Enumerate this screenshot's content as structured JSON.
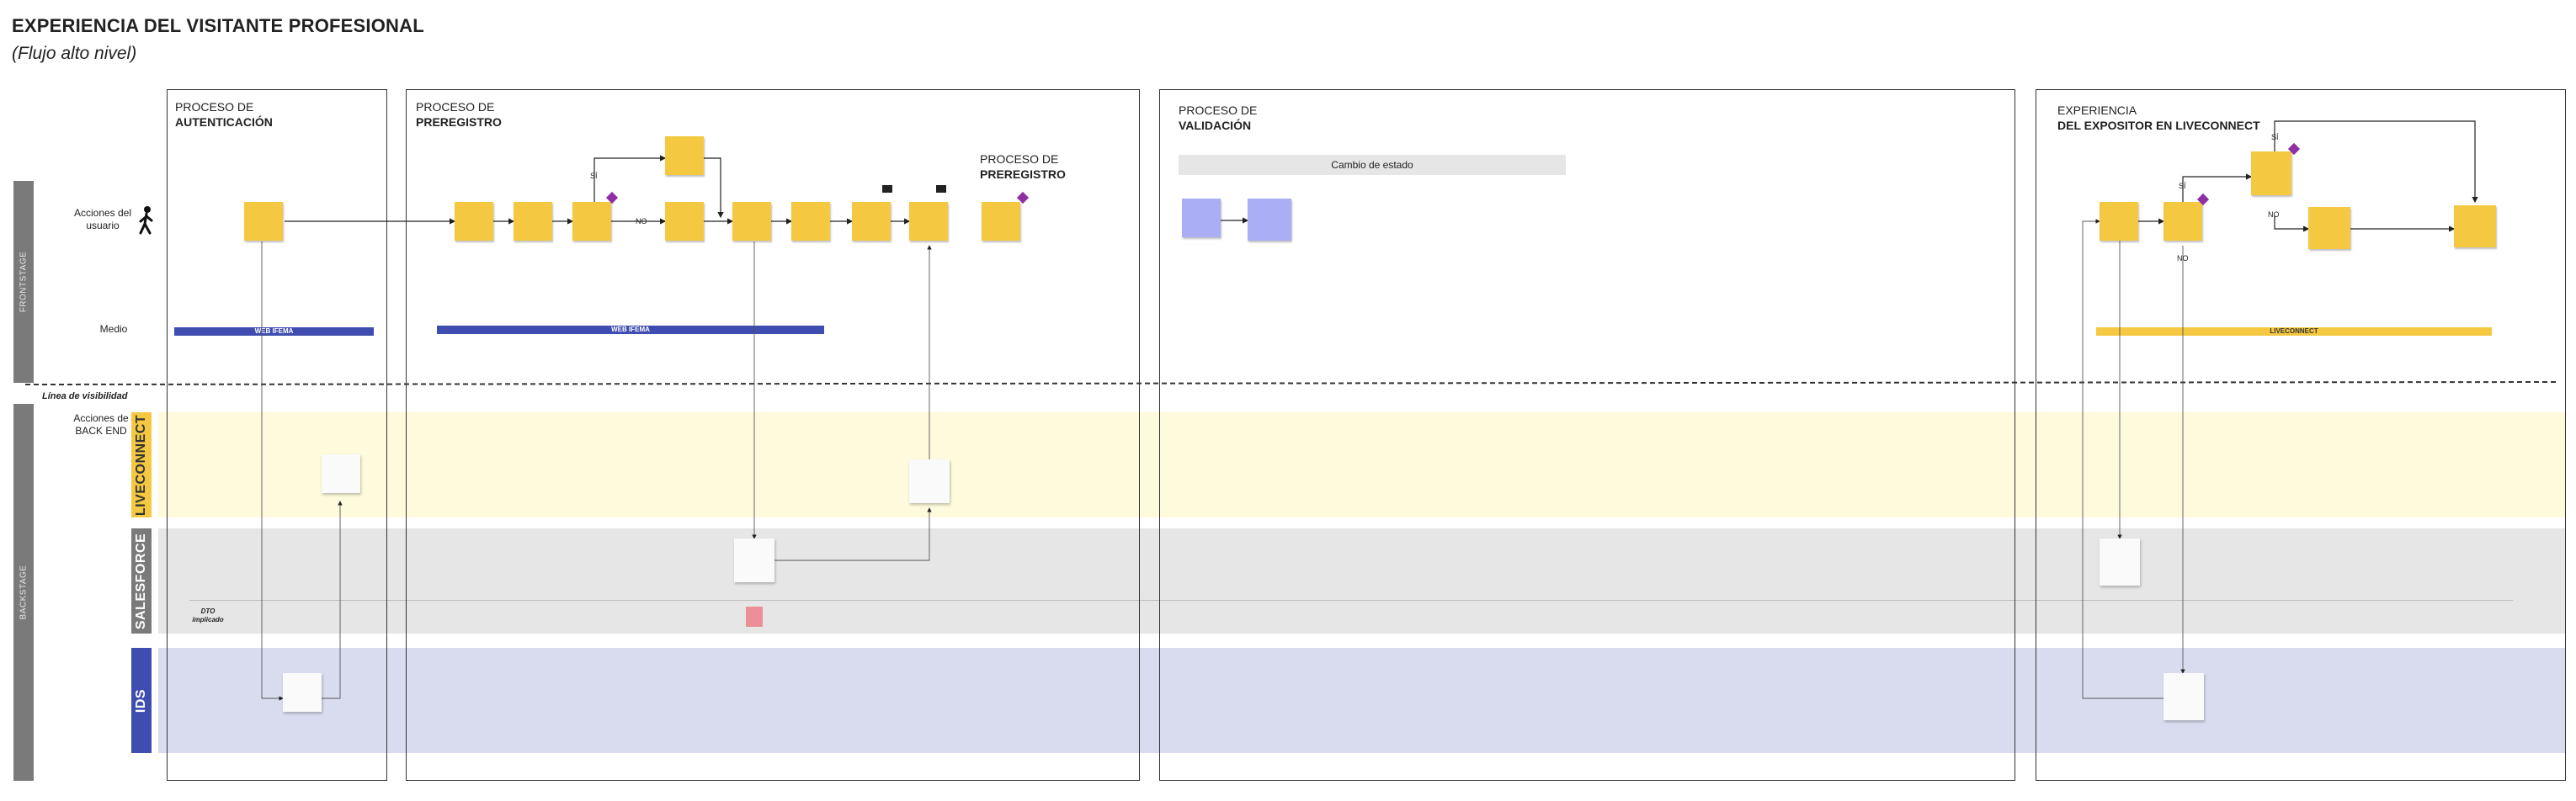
{
  "header": {
    "title": "EXPERIENCIA DEL VISITANTE PROFESIONAL",
    "subtitle": "(Flujo alto nivel)"
  },
  "sidebar": {
    "frontstage": "FRONTSTAGE",
    "backstage": "BACKSTAGE"
  },
  "rows": {
    "acciones_usuario": "Acciones del usuario",
    "medio": "Medio",
    "linea_visibilidad": "Línea de visibilidad",
    "acciones_backend": "Acciones de BACK END",
    "dto_implicado": "DTO implicado"
  },
  "lanes": {
    "liveconnect": "LIVECONNECT",
    "salesforce": "SALESFORCE",
    "ids": "IDS"
  },
  "phases": [
    {
      "line1": "PROCESO DE",
      "line2": "AUTENTICACIÓN"
    },
    {
      "line1": "PROCESO DE",
      "line2": "PREREGISTRO"
    },
    {
      "line1": "PROCESO DE",
      "line2": "VALIDACIÓN"
    },
    {
      "line1": "EXPERIENCIA",
      "line2": "DEL EXPOSITOR EN LIVECONNECT"
    }
  ],
  "sub_phase": {
    "line1": "PROCESO DE",
    "line2": "PREREGISTRO"
  },
  "cambio_estado": "Cambio de estado",
  "medio_bars": {
    "web1": "WEB IFEMA",
    "web2": "WEB IFEMA",
    "liveconnect": "LIVECONNECT"
  },
  "flow_labels": {
    "si1": "SÍ",
    "no1": "NO",
    "si2": "SÍ",
    "no2": "NO",
    "si3": "SÍ",
    "no3": "NO"
  },
  "colors": {
    "sticky_yellow": "#f5c842",
    "sticky_blue": "#a9aef5",
    "medio_blue": "#3f4db0",
    "medio_yellow": "#f5c842",
    "liveconnect_band": "#fdfbdc",
    "salesforce_band": "#e6e6e6",
    "ids_band": "#d9dcef",
    "liveconnect_tag": "#f5c842",
    "salesforce_tag": "#7a7a7a",
    "ids_tag": "#3f4db0",
    "decision_diamond": "#8e2fa3"
  }
}
